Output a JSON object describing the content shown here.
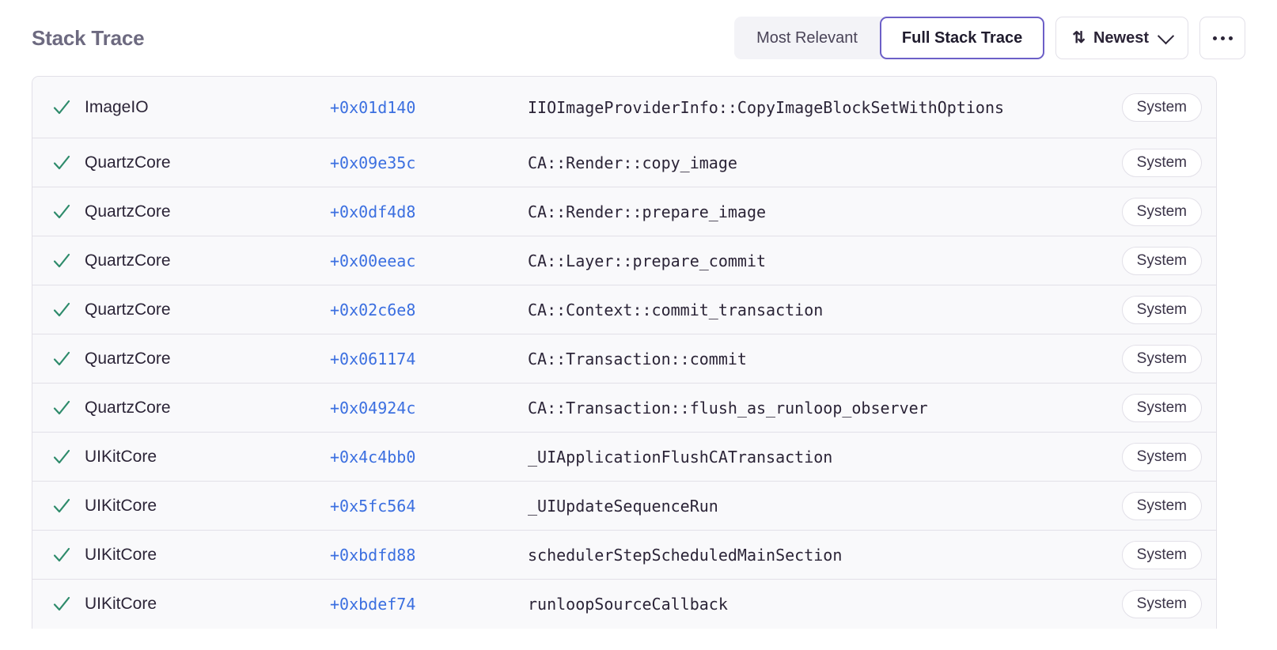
{
  "header": {
    "title": "Stack Trace",
    "segmented": {
      "options": [
        {
          "label": "Most Relevant",
          "active": false
        },
        {
          "label": "Full Stack Trace",
          "active": true
        }
      ]
    },
    "sort": {
      "icon": "sort-arrows-icon",
      "label": "Newest",
      "chevron": "chevron-down-icon"
    },
    "overflow": {
      "label": "More options",
      "icon": "ellipsis-icon"
    }
  },
  "colors": {
    "accent_purple": "#6C5FC7",
    "link_blue": "#3B6FE0",
    "check_green": "#2E8B6B",
    "row_background": "#F9F9FB",
    "divider": "#E2E0E8",
    "title_text": "#6D6A80",
    "body_text": "#2B2437"
  },
  "table": {
    "rows": [
      {
        "status": "check-icon",
        "module": "ImageIO",
        "offset": "+0x01d140",
        "function": "IIOImageProviderInfo::CopyImageBlockSetWithOptions",
        "tag": "System"
      },
      {
        "status": "check-icon",
        "module": "QuartzCore",
        "offset": "+0x09e35c",
        "function": "CA::Render::copy_image",
        "tag": "System"
      },
      {
        "status": "check-icon",
        "module": "QuartzCore",
        "offset": "+0x0df4d8",
        "function": "CA::Render::prepare_image",
        "tag": "System"
      },
      {
        "status": "check-icon",
        "module": "QuartzCore",
        "offset": "+0x00eeac",
        "function": "CA::Layer::prepare_commit",
        "tag": "System"
      },
      {
        "status": "check-icon",
        "module": "QuartzCore",
        "offset": "+0x02c6e8",
        "function": "CA::Context::commit_transaction",
        "tag": "System"
      },
      {
        "status": "check-icon",
        "module": "QuartzCore",
        "offset": "+0x061174",
        "function": "CA::Transaction::commit",
        "tag": "System"
      },
      {
        "status": "check-icon",
        "module": "QuartzCore",
        "offset": "+0x04924c",
        "function": "CA::Transaction::flush_as_runloop_observer",
        "tag": "System"
      },
      {
        "status": "check-icon",
        "module": "UIKitCore",
        "offset": "+0x4c4bb0",
        "function": "_UIApplicationFlushCATransaction",
        "tag": "System"
      },
      {
        "status": "check-icon",
        "module": "UIKitCore",
        "offset": "+0x5fc564",
        "function": "_UIUpdateSequenceRun",
        "tag": "System"
      },
      {
        "status": "check-icon",
        "module": "UIKitCore",
        "offset": "+0xbdfd88",
        "function": "schedulerStepScheduledMainSection",
        "tag": "System"
      },
      {
        "status": "check-icon",
        "module": "UIKitCore",
        "offset": "+0xbdef74",
        "function": "runloopSourceCallback",
        "tag": "System"
      }
    ]
  }
}
